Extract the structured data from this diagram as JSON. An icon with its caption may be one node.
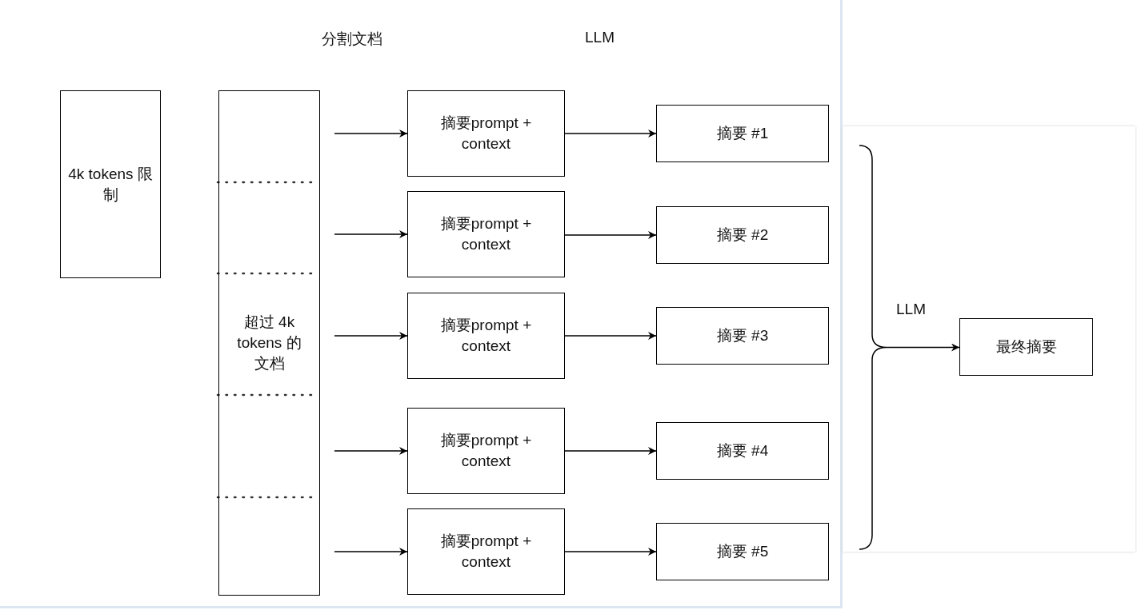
{
  "diagram": {
    "nodes": [
      {
        "text": [
          "4k tokens 限制"
        ]
      },
      {
        "text": [
          "超过 4k tokens 的文档"
        ]
      },
      {
        "text": [
          "摘要prompt + context"
        ]
      },
      {
        "text": [
          "摘要prompt + context"
        ]
      },
      {
        "text": [
          "摘要prompt + context"
        ]
      },
      {
        "text": [
          "摘要prompt + context"
        ]
      },
      {
        "text": [
          "摘要prompt + context"
        ]
      },
      {
        "text": [
          "摘要 #1"
        ]
      },
      {
        "text": [
          "摘要 #2"
        ]
      },
      {
        "text": [
          "摘要 #3"
        ]
      },
      {
        "text": [
          "摘要 #4"
        ]
      },
      {
        "text": [
          "摘要 #5"
        ]
      },
      {
        "text": [],
        "shape": "brace"
      },
      {
        "text": [
          "最终摘要"
        ]
      }
    ],
    "edges": [
      {
        "from": null,
        "to": 2,
        "arrow": "to"
      },
      {
        "from": null,
        "to": 3,
        "arrow": "to"
      },
      {
        "from": null,
        "to": 4,
        "arrow": "to"
      },
      {
        "from": null,
        "to": 5,
        "arrow": "to"
      },
      {
        "from": null,
        "to": 6,
        "arrow": "to"
      },
      {
        "from": 2,
        "to": 7,
        "arrow": "to"
      },
      {
        "from": 3,
        "to": 8,
        "arrow": "to"
      },
      {
        "from": 4,
        "to": 9,
        "arrow": "to"
      },
      {
        "from": 5,
        "to": 10,
        "arrow": "to"
      },
      {
        "from": 6,
        "to": 11,
        "arrow": "to"
      },
      {
        "from": 12,
        "to": 13,
        "arrow": "to"
      }
    ],
    "labels": [
      "分割文档",
      "LLM",
      "LLM"
    ]
  }
}
